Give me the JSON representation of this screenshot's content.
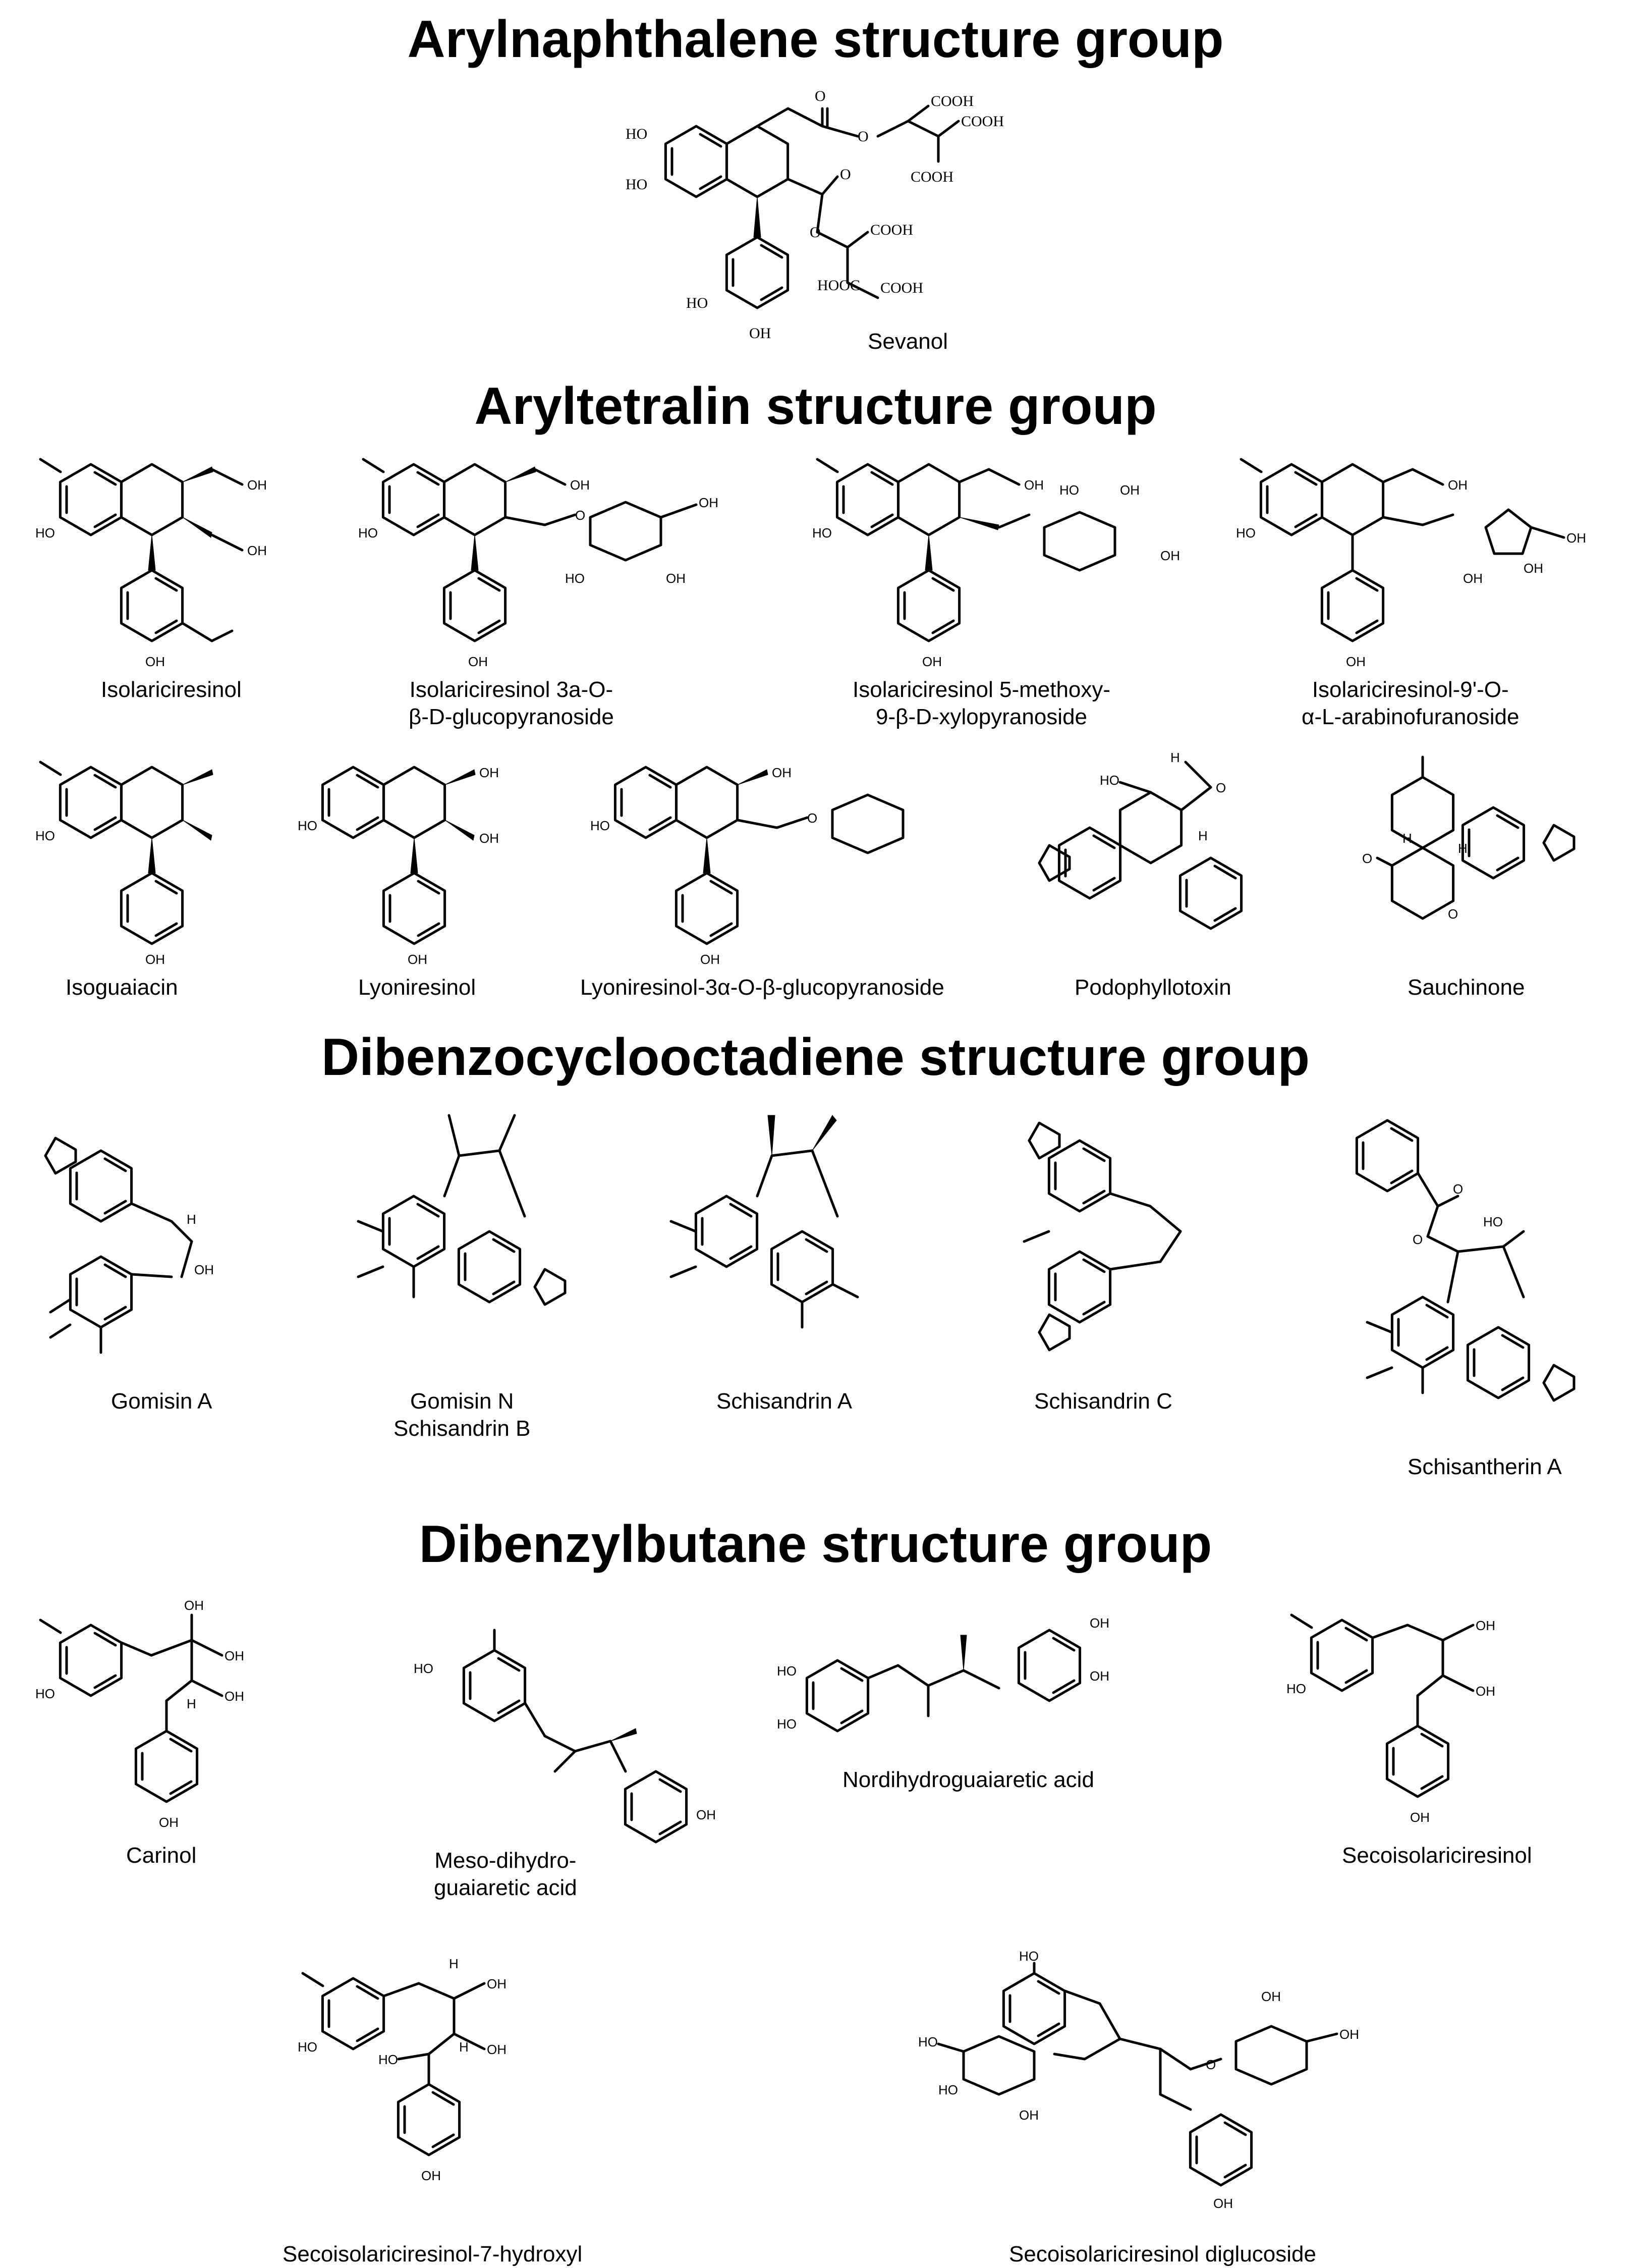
{
  "groups": [
    {
      "title": "Arylnaphthalene structure group",
      "compounds": [
        {
          "lines": [
            "Sevanol"
          ]
        }
      ]
    },
    {
      "title": "Aryltetralin structure group",
      "compounds": [
        {
          "lines": [
            "Isolariciresinol"
          ]
        },
        {
          "lines": [
            "Isolariciresinol 3a-O-",
            "β-D-glucopyranoside"
          ]
        },
        {
          "lines": [
            "Isolariciresinol 5-methoxy-",
            "9-β-D-xylopyranoside"
          ]
        },
        {
          "lines": [
            "Isolariciresinol-9'-O-",
            "α-L-arabinofuranoside"
          ]
        },
        {
          "lines": [
            "Isoguaiacin"
          ]
        },
        {
          "lines": [
            "Lyoniresinol"
          ]
        },
        {
          "lines": [
            "Lyoniresinol-3α-O-β-glucopyranoside"
          ]
        },
        {
          "lines": [
            "Podophyllotoxin"
          ]
        },
        {
          "lines": [
            "Sauchinone"
          ]
        }
      ]
    },
    {
      "title": "Dibenzocyclooctadiene structure group",
      "compounds": [
        {
          "lines": [
            "Gomisin A"
          ]
        },
        {
          "lines": [
            "Gomisin N",
            "Schisandrin B"
          ]
        },
        {
          "lines": [
            "Schisandrin A"
          ]
        },
        {
          "lines": [
            "Schisandrin C"
          ]
        },
        {
          "lines": [
            "Schisantherin A"
          ]
        }
      ]
    },
    {
      "title": "Dibenzylbutane structure group",
      "compounds": [
        {
          "lines": [
            "Carinol"
          ]
        },
        {
          "lines": [
            "Meso-dihydro-",
            "guaiaretic acid"
          ]
        },
        {
          "lines": [
            "Nordihydroguaiaretic acid"
          ]
        },
        {
          "lines": [
            "Secoisolariciresinol"
          ]
        },
        {
          "lines": [
            "Secoisolariciresinol-7-hydroxyl"
          ]
        },
        {
          "lines": [
            "Secoisolariciresinol diglucoside"
          ]
        }
      ]
    }
  ],
  "atom_labels": {
    "OH": "OH",
    "HO": "HO",
    "O": "O",
    "COOH": "COOH",
    "HOOC": "HOOC",
    "H": "H"
  }
}
